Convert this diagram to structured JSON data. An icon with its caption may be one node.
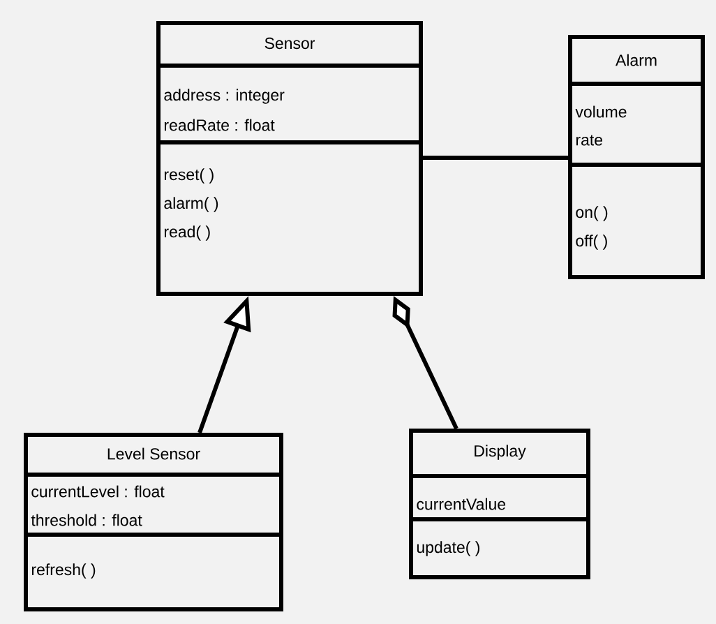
{
  "diagram": {
    "nodes": [
      {
        "text": [
          "Sensor",
          "address : integer",
          "readRate : float",
          "reset( )",
          "alarm( )",
          "read( )"
        ]
      },
      {
        "text": [
          "Alarm",
          "volume",
          "rate",
          "on( )",
          "off( )"
        ]
      },
      {
        "text": [
          "Level Sensor",
          "currentLevel : float",
          "threshold : float",
          "refresh( )"
        ]
      },
      {
        "text": [
          "Display",
          "currentValue",
          "update( )"
        ]
      }
    ],
    "edges": [
      {
        "from": 0,
        "to": 1,
        "arrow": "none"
      },
      {
        "from": 2,
        "to": 0,
        "arrow": "to"
      },
      {
        "from": 3,
        "to": 0,
        "arrow": "other"
      }
    ]
  }
}
